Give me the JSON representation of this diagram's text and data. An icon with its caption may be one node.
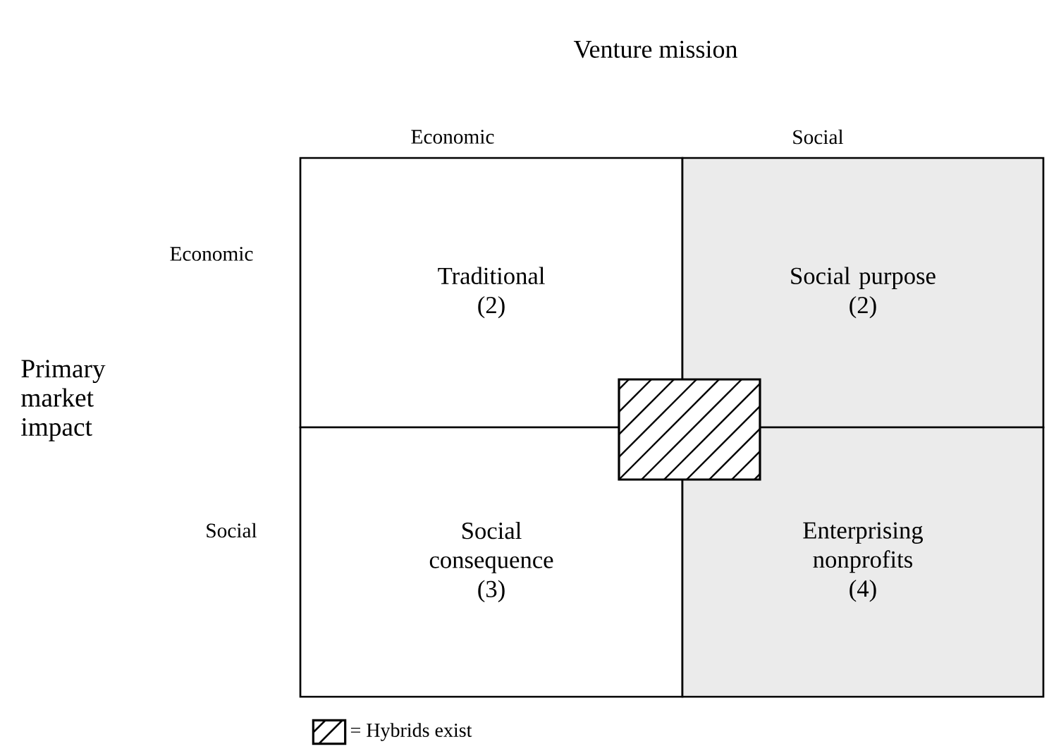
{
  "diagram": {
    "title": "Venture mission",
    "nodes": [
      {
        "text": [
          "Traditional",
          "(2)"
        ]
      },
      {
        "text": [
          "Social purpose",
          "(2)"
        ]
      },
      {
        "text": [
          "Social consequence",
          "(3)"
        ]
      },
      {
        "text": [
          "Enterprising nonprofits",
          "(4)"
        ]
      },
      {
        "text": [],
        "shape": "box"
      }
    ],
    "edges": [],
    "labels": [
      "Economic",
      "Social",
      "Economic",
      "Primary market impact",
      "Social"
    ],
    "legend": [
      {
        "text": "= Hybrids exist"
      }
    ]
  }
}
